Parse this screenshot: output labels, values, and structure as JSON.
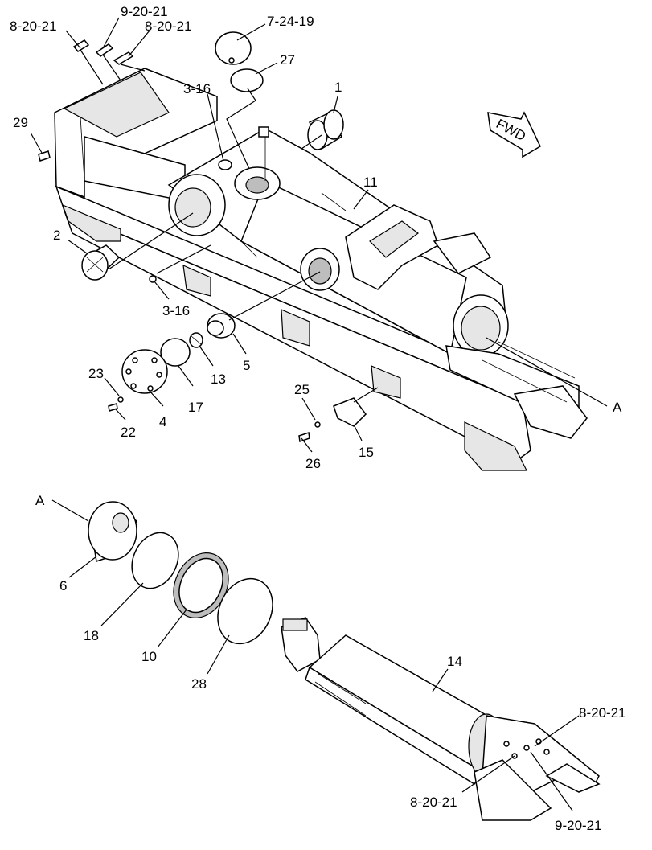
{
  "callouts": {
    "c_8_20_21_a": "8-20-21",
    "c_9_20_21_a": "9-20-21",
    "c_8_20_21_b": "8-20-21",
    "c_7_24_19": "7-24-19",
    "c_27": "27",
    "c_3_16_a": "3-16",
    "c_1": "1",
    "c_29": "29",
    "c_11": "11",
    "c_2": "2",
    "c_3_16_b": "3-16",
    "c_5": "5",
    "c_13": "13",
    "c_17": "17",
    "c_23": "23",
    "c_4": "4",
    "c_22": "22",
    "c_25": "25",
    "c_15": "15",
    "c_26": "26",
    "c_A_right": "A",
    "c_A_left": "A",
    "c_6": "6",
    "c_18": "18",
    "c_10": "10",
    "c_28": "28",
    "c_14": "14",
    "c_8_20_21_c": "8-20-21",
    "c_8_20_21_d": "8-20-21",
    "c_9_20_21_b": "9-20-21"
  },
  "fwd_label": "FWD",
  "icons": {
    "direction": "fwd-arrow-icon"
  }
}
